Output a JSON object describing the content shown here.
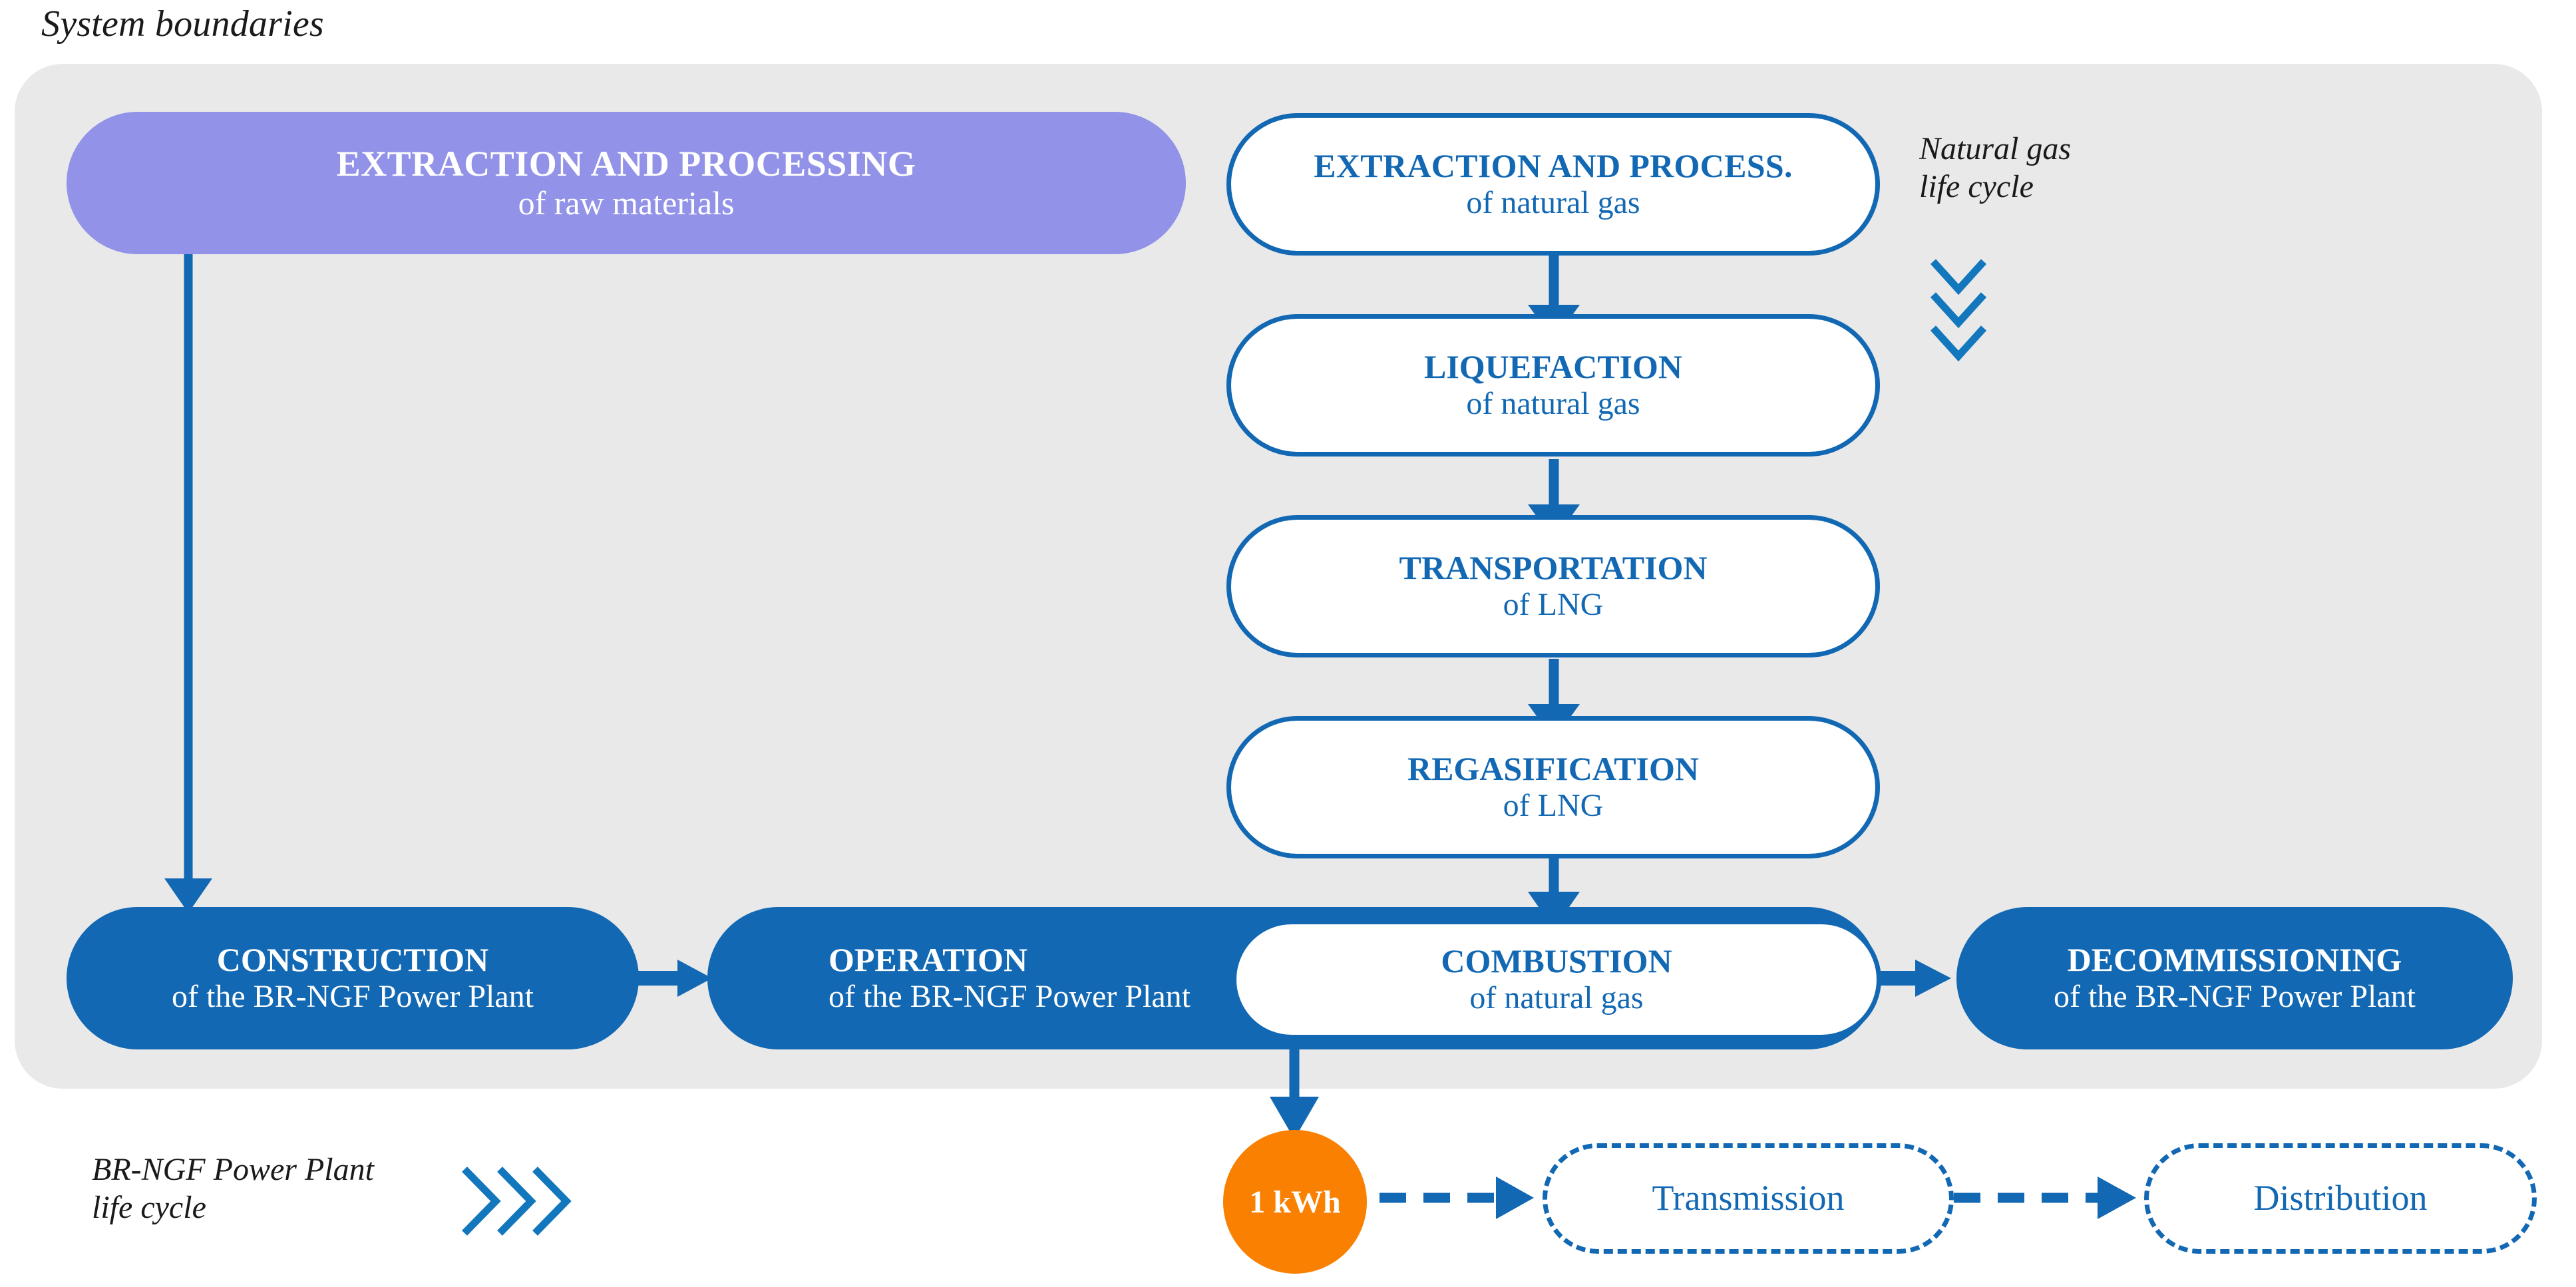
{
  "title": "System boundaries",
  "colors": {
    "panel_bg": "#e9e9e9",
    "blue": "#1268b3",
    "purple": "#9292e8",
    "orange": "#f98000",
    "white": "#ffffff"
  },
  "nodes": {
    "extraction_raw": {
      "line1": "EXTRACTION AND PROCESSING",
      "line2": "of raw materials",
      "style": "purple"
    },
    "extraction_gas": {
      "line1": "EXTRACTION AND PROCESS.",
      "line2": "of natural gas",
      "style": "white-outline"
    },
    "liquefaction": {
      "line1": "LIQUEFACTION",
      "line2": "of natural gas",
      "style": "white-outline"
    },
    "transportation": {
      "line1": "TRANSPORTATION",
      "line2": "of LNG",
      "style": "white-outline"
    },
    "regasification": {
      "line1": "REGASIFICATION",
      "line2": "of LNG",
      "style": "white-outline"
    },
    "combustion": {
      "line1": "COMBUSTION",
      "line2": "of natural gas",
      "style": "white-outline"
    },
    "construction": {
      "line1": "CONSTRUCTION",
      "line2": "of the BR-NGF Power Plant",
      "style": "blue-filled"
    },
    "operation": {
      "line1": "OPERATION",
      "line2": "of the BR-NGF Power Plant",
      "style": "blue-filled"
    },
    "decommissioning": {
      "line1": "DECOMMISSIONING",
      "line2": "of the BR-NGF Power Plant",
      "style": "blue-filled"
    },
    "transmission": {
      "line1": "Transmission",
      "style": "dashed-outline"
    },
    "distribution": {
      "line1": "Distribution",
      "style": "dashed-outline"
    },
    "functional_unit": {
      "label": "1 kWh",
      "style": "orange-ellipse"
    }
  },
  "captions": {
    "natural_gas": {
      "line1": "Natural gas",
      "line2": "life cycle",
      "chevrons": "down",
      "chevron_count": 3
    },
    "power_plant": {
      "line1": "BR-NGF Power Plant",
      "line2": "life cycle",
      "chevrons": "right",
      "chevron_count": 3
    }
  },
  "flows": [
    {
      "from": "extraction_raw",
      "to": "construction",
      "style": "solid"
    },
    {
      "from": "extraction_gas",
      "to": "liquefaction",
      "style": "solid"
    },
    {
      "from": "liquefaction",
      "to": "transportation",
      "style": "solid"
    },
    {
      "from": "transportation",
      "to": "regasification",
      "style": "solid"
    },
    {
      "from": "regasification",
      "to": "combustion",
      "style": "solid"
    },
    {
      "from": "construction",
      "to": "operation",
      "style": "solid"
    },
    {
      "from": "combustion",
      "to": "decommissioning",
      "style": "solid"
    },
    {
      "from": "combustion",
      "to": "functional_unit",
      "style": "solid"
    },
    {
      "from": "functional_unit",
      "to": "transmission",
      "style": "dashed"
    },
    {
      "from": "transmission",
      "to": "distribution",
      "style": "dashed"
    }
  ]
}
